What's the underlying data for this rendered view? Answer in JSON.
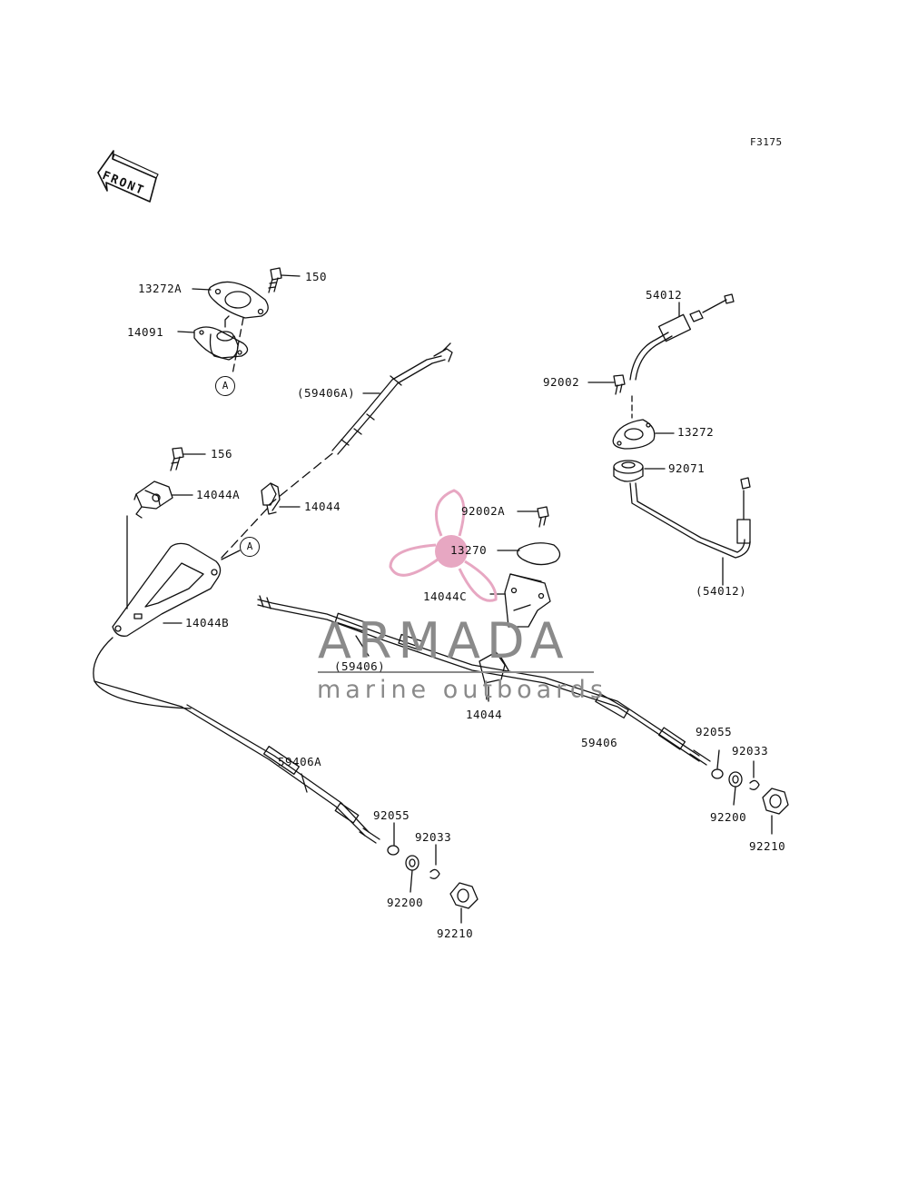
{
  "diagram_code": "F3175",
  "front_arrow_text": "FRONT",
  "callout_letter": "A",
  "watermark": {
    "title": "ARMADA",
    "subtitle": "marine outboards",
    "logo_color": "#e7a7c2",
    "text_color": "#8a8a8a"
  },
  "labels": {
    "l150": "150",
    "l13272A": "13272A",
    "l14091": "14091",
    "l156": "156",
    "l14044A": "14044A",
    "l14044_upper": "14044",
    "l14044B": "14044B",
    "l59406A_paren": "(59406A)",
    "l59406_paren": "(59406)",
    "l14044_mid": "14044",
    "l92002A": "92002A",
    "l13270": "13270",
    "l14044C": "14044C",
    "l54012": "54012",
    "l92002": "92002",
    "l13272": "13272",
    "l92071": "92071",
    "l54012_paren": "(54012)",
    "l59406": "59406",
    "l59406A": "59406A",
    "l92055_left": "92055",
    "l92033_left": "92033",
    "l92200_left": "92200",
    "l92210_left": "92210",
    "l92055_right": "92055",
    "l92033_right": "92033",
    "l92200_right": "92200",
    "l92210_right": "92210"
  }
}
